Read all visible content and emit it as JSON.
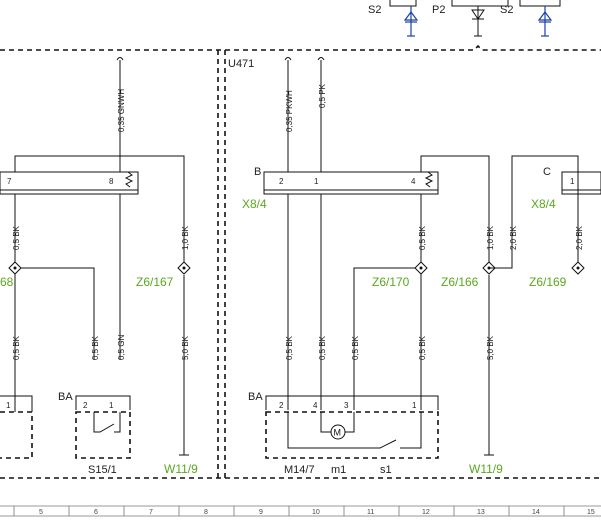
{
  "top_markers": [
    "S2",
    "P2",
    "S2"
  ],
  "group_label": "U471",
  "connector_labels": [
    "B",
    "C",
    "BA",
    "BA"
  ],
  "connector_ids": [
    "X8/4",
    "X8/4"
  ],
  "ground_points": [
    "68",
    "Z6/167",
    "Z6/170",
    "Z6/166",
    "Z6/169"
  ],
  "ground_refs": [
    "W11/9",
    "W11/9"
  ],
  "component_ids": [
    "S15/1",
    "M14/7",
    "m1",
    "s1"
  ],
  "pins": [
    "7",
    "8",
    "2",
    "1",
    "4",
    "1",
    "1",
    "2",
    "1",
    "2",
    "4",
    "3",
    "1"
  ],
  "wire_labels": {
    "gnwh": "0,35 GNWH",
    "pkwh": "0,35 PKWH",
    "pk": "0,5 PK",
    "bk05": "0,5 BK",
    "bk10": "1,0 BK",
    "bk20": "2,0 BK",
    "bk50": "5,0 BK",
    "gn": "0,5 GN"
  },
  "motor_symbol": "M",
  "grid_ruler": [
    "5",
    "6",
    "7",
    "8",
    "9",
    "10",
    "11",
    "12",
    "13",
    "14",
    "15"
  ]
}
